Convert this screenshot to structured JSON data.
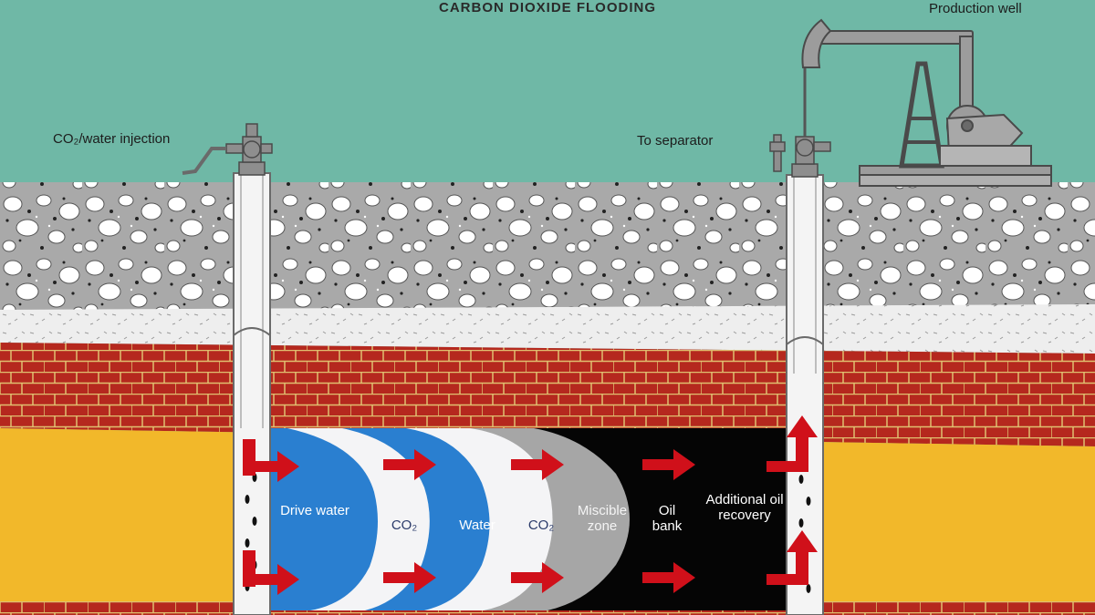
{
  "title": "CARBON DIOXIDE FLOODING",
  "labels": {
    "injection": "CO₂/water injection",
    "separator": "To separator",
    "production": "Production well"
  },
  "zones": {
    "drive_water": "Drive water",
    "co2_a": "CO₂",
    "water": "Water",
    "co2_b": "CO₂",
    "miscible": "Miscible zone",
    "oil_bank": "Oil bank",
    "additional": "Additional oil recovery"
  },
  "colors": {
    "sky": "#6fb8a6",
    "gravel": "#a9a9a9",
    "white_band": "#f0f0f0",
    "brick": "#b5281e",
    "sand": "#f2b82a",
    "drive_water": "#2a7fd0",
    "co2": "#f4f4f6",
    "miscible": "#a6a6a6",
    "oil": "#050505",
    "arrow": "#d0101a",
    "pump": "#9c9c9c"
  }
}
